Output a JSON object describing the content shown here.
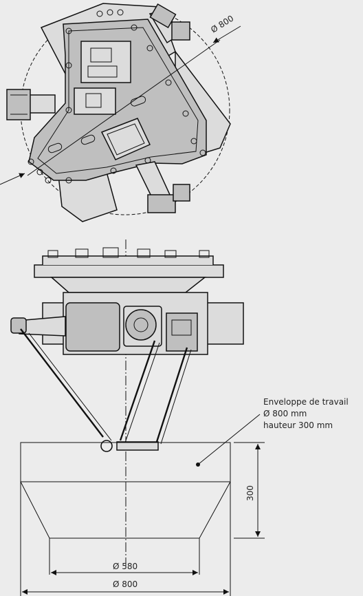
{
  "labels": {
    "top_diameter": "Ø 800",
    "envelope_line1": "Enveloppe de travail",
    "envelope_line2": "Ø 800 mm",
    "envelope_line3": "hauteur 300 mm",
    "height_dim": "300",
    "inner_diameter": "Ø 580",
    "outer_diameter": "Ø 800"
  },
  "colors": {
    "background": "#ececec",
    "line": "#111111",
    "fill": "#dcdcdc"
  }
}
